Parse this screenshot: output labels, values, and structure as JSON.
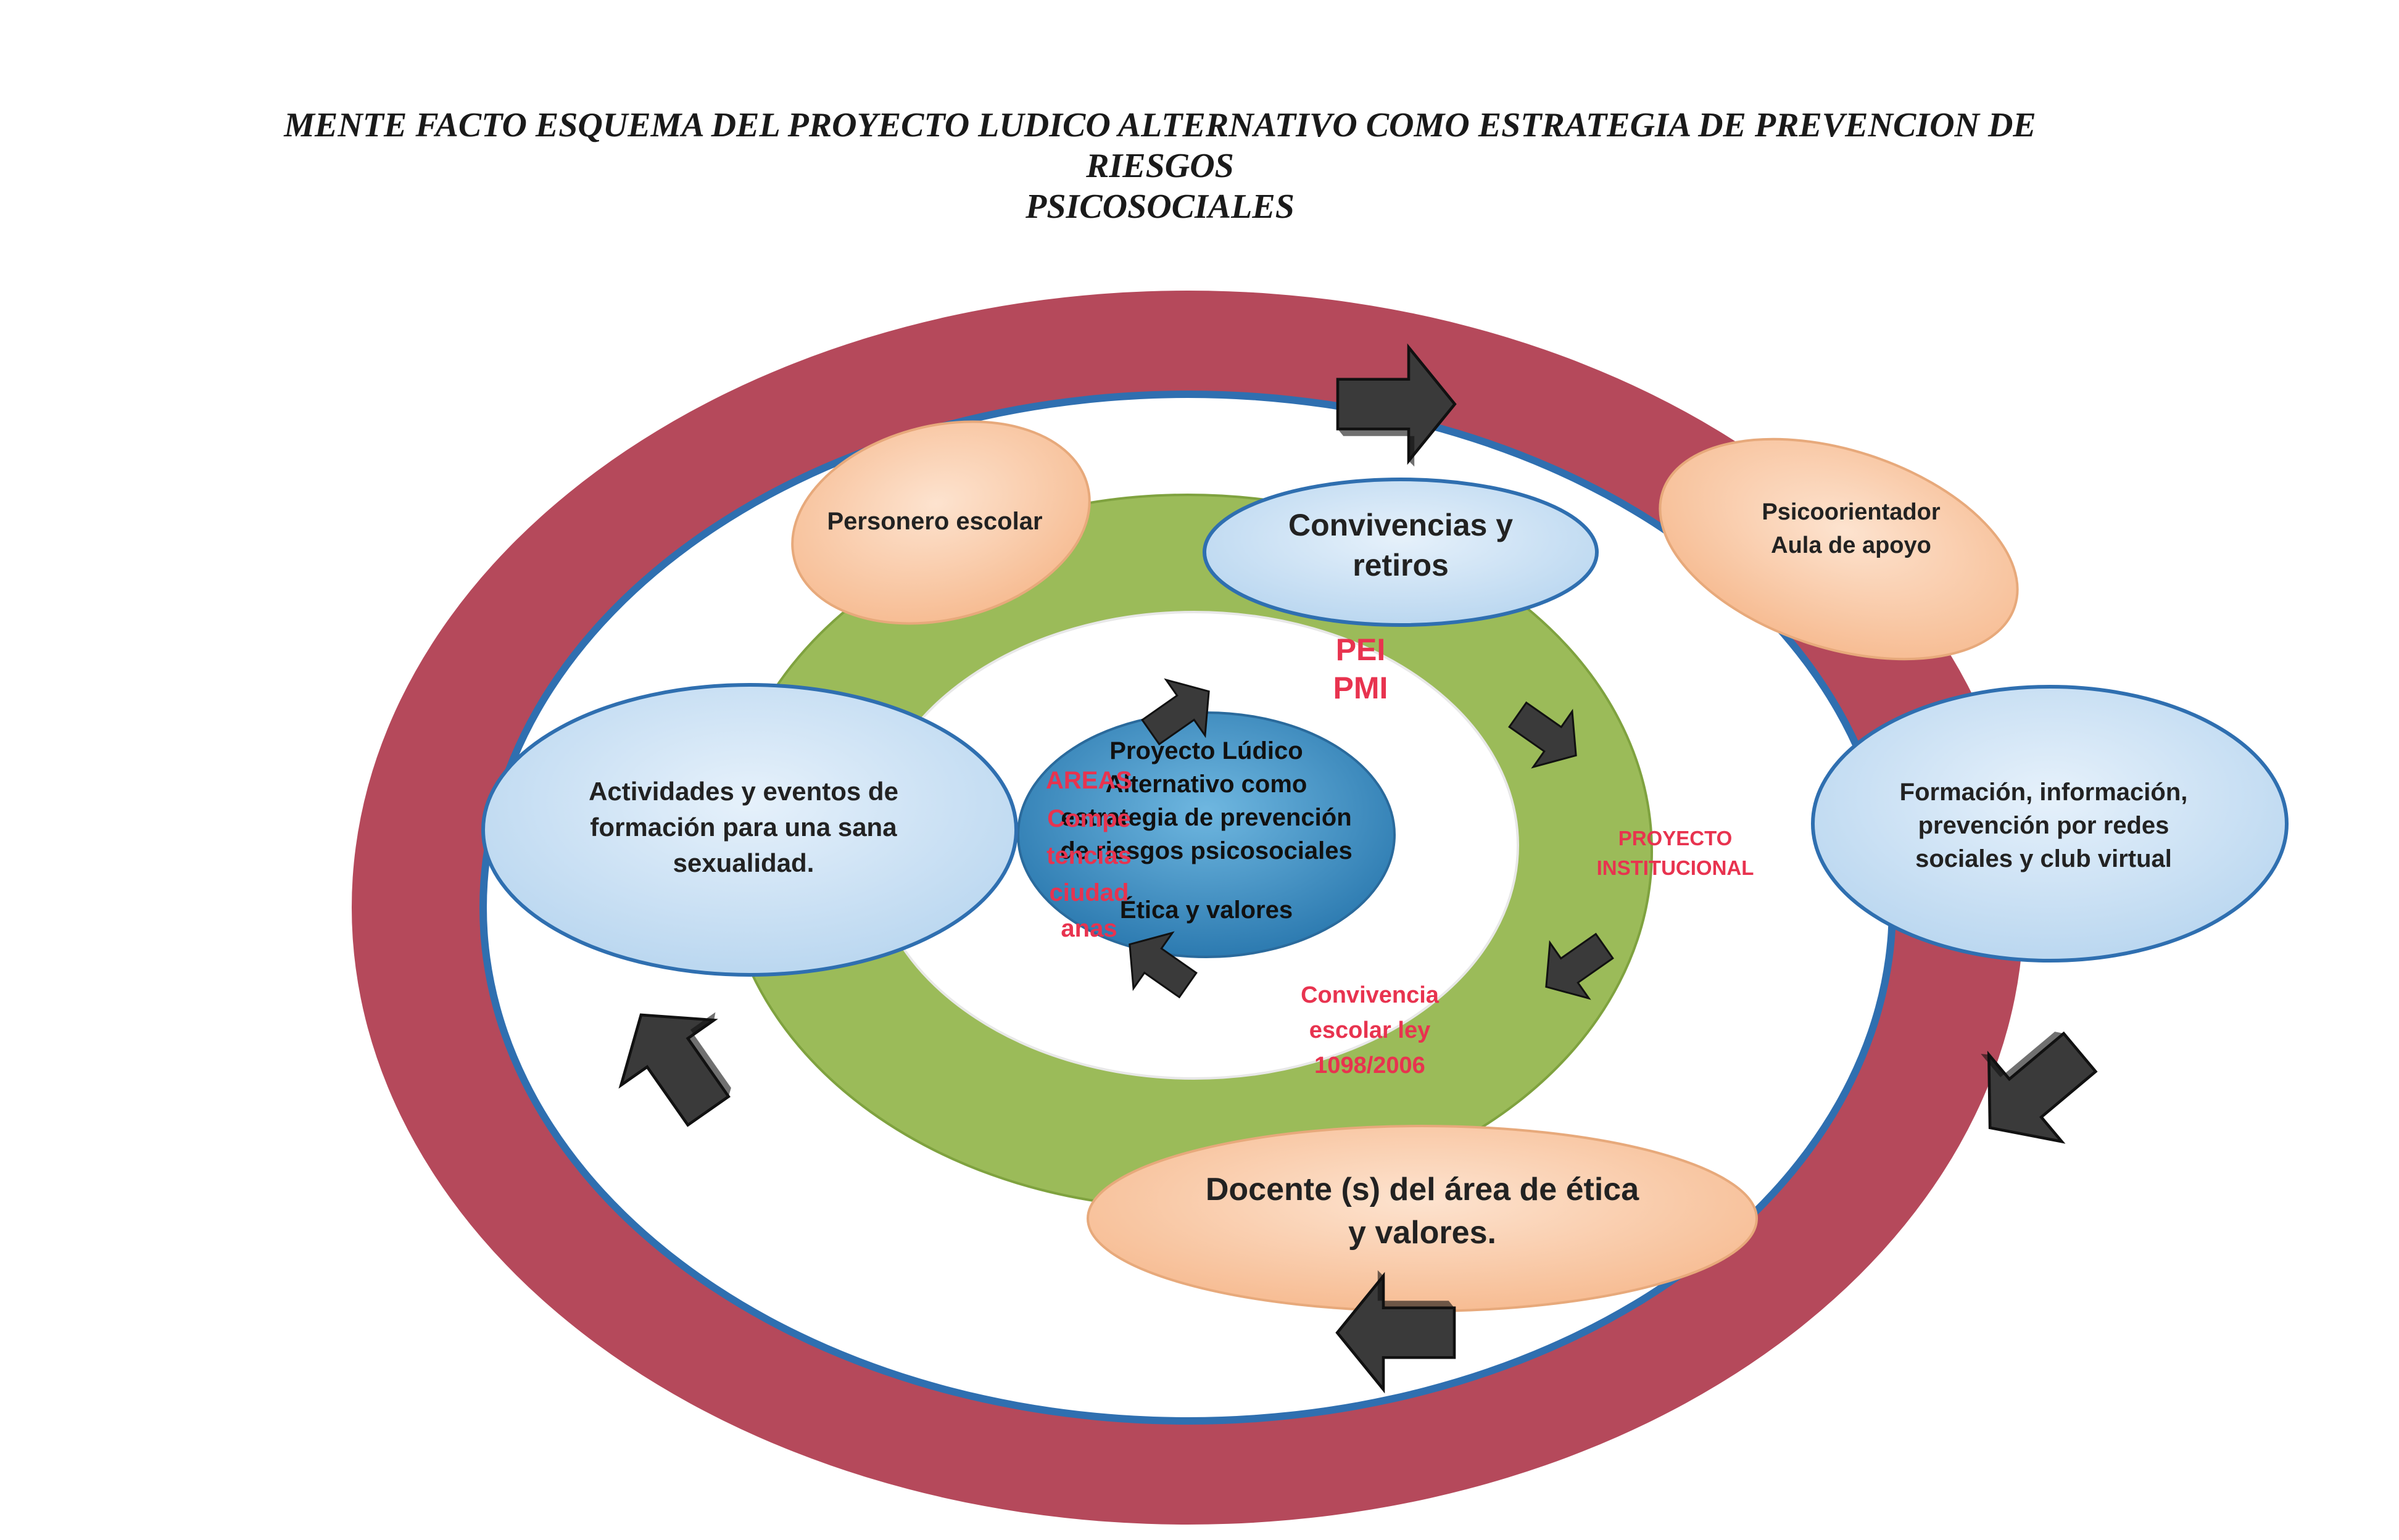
{
  "title": {
    "line1": "MENTE FACTO ESQUEMA DEL PROYECTO LUDICO ALTERNATIVO COMO ESTRATEGIA DE PREVENCION DE RIESGOS",
    "line2": "PSICOSOCIALES"
  },
  "center": {
    "lines": [
      "Proyecto Lúdico",
      "Alternativo como",
      "estrategia de prevención",
      "de riesgos psicosociales"
    ],
    "sub": "Ética y valores"
  },
  "inner_labels": {
    "pei": "PEI",
    "pmi": "PMI",
    "areas": [
      "AREAS",
      "Compe",
      "tencias",
      "ciudad",
      "anas"
    ],
    "proyecto": [
      "PROYECTO",
      "INSTITUCIONAL"
    ],
    "convivencia": [
      "Convivencia",
      "escolar ley",
      "1098/2006"
    ]
  },
  "nodes": {
    "personero": [
      "Personero escolar"
    ],
    "convivencias": [
      "Convivencias y",
      "retiros"
    ],
    "psicoorientador": [
      "Psicoorientador",
      "Aula de apoyo"
    ],
    "actividades": [
      "Actividades y eventos de",
      "formación para una sana",
      "sexualidad."
    ],
    "formacion": [
      "Formación, información,",
      "prevención por redes",
      "sociales y club virtual"
    ],
    "docente": [
      "Docente (s) del área  de ética",
      "y valores."
    ]
  },
  "colors": {
    "outer_ring": "#b5495b",
    "green_ring": "#9bbb59",
    "center_blue": "#3a8fc4",
    "blue_node": "#c6dff3",
    "peach_node": "#f9c9a5",
    "red_text": "#e8334f",
    "arrow": "#333333"
  }
}
